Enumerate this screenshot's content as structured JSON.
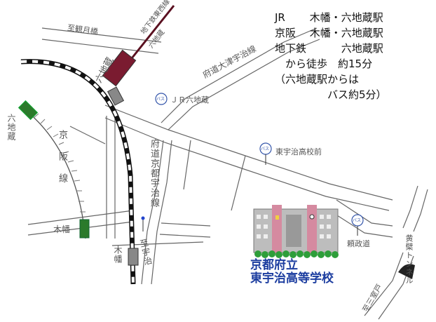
{
  "info": {
    "line1": "JR　　 木幡・六地蔵駅",
    "line2": "京阪　 木幡・六地蔵駅",
    "line3": "地下鉄　　　 六地蔵駅",
    "line4": "　から徒歩　約15分",
    "line5": "（六地蔵駅からは",
    "line6": "　　　　　バス約5分）"
  },
  "labels": {
    "shigetsukyo": "至観月橋",
    "subway_line": "地下鉄東西線",
    "subway_station": "六地蔵",
    "prefroad_otsu": "府道大津宇治線",
    "bus_jr": "ＪＲ六地蔵",
    "jr_rokujizo": "六地蔵",
    "keihan_rokujizo": "六地蔵",
    "keihan_line": "京阪線",
    "prefroad_kyoto": "府道京都宇治線",
    "kohata_keihan": "木幡",
    "kohata_jr": "木幡",
    "to_uji": "至宇治",
    "bus_higashiuji": "東宇治高校前",
    "bus_raiseido": "頼政道",
    "obaku_tunnel": "黄檗トンネル",
    "to_sanmuro": "至三室戸",
    "bus_mark": "バス",
    "school_line1": "京都府立",
    "school_line2": "東宇治高等学校"
  }
}
